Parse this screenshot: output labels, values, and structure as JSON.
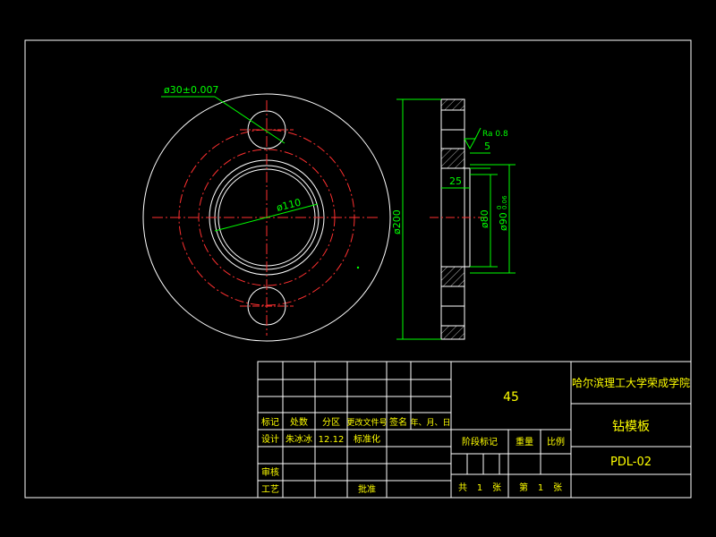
{
  "colors": {
    "background": "#000000",
    "outline": "#ffffff",
    "dimension": "#00ff00",
    "centerline": "#ff3030",
    "section": "#e0e0e0",
    "titleblock_text": "#ffff00",
    "titleblock_green": "#00ff00"
  },
  "dimensions": {
    "hole_dia": "ø30±0.007",
    "ring_dia": "ø110",
    "outer_dia": "ø200",
    "roughness": "Ra 0.8",
    "shoulder": "5",
    "thickness": "25",
    "bore_dia": "ø80",
    "fit_dia": "ø90",
    "fit_tol_upper": "0",
    "fit_tol_lower": "0.06"
  },
  "title_block": {
    "material": "45",
    "school": "哈尔滨理工大学荣成学院",
    "part_name": "钻模板",
    "drawing_no": "PDL-02",
    "header_mark": "标记",
    "header_count": "处数",
    "header_zone": "分区",
    "header_change": "更改文件号",
    "header_sign": "签名",
    "header_date": "年、月、日",
    "design_label": "设计",
    "designer": "朱冰冰",
    "design_date": "12.12",
    "standard_label": "标准化",
    "stage_label": "阶段标记",
    "weight_label": "重量",
    "scale_label": "比例",
    "review_label": "审核",
    "process_label": "工艺",
    "approve_label": "批准",
    "sheets_total_pre": "共",
    "sheets_total": "1",
    "sheets_total_post": "张",
    "sheet_no_pre": "第",
    "sheet_no": "1",
    "sheet_no_post": "张"
  }
}
